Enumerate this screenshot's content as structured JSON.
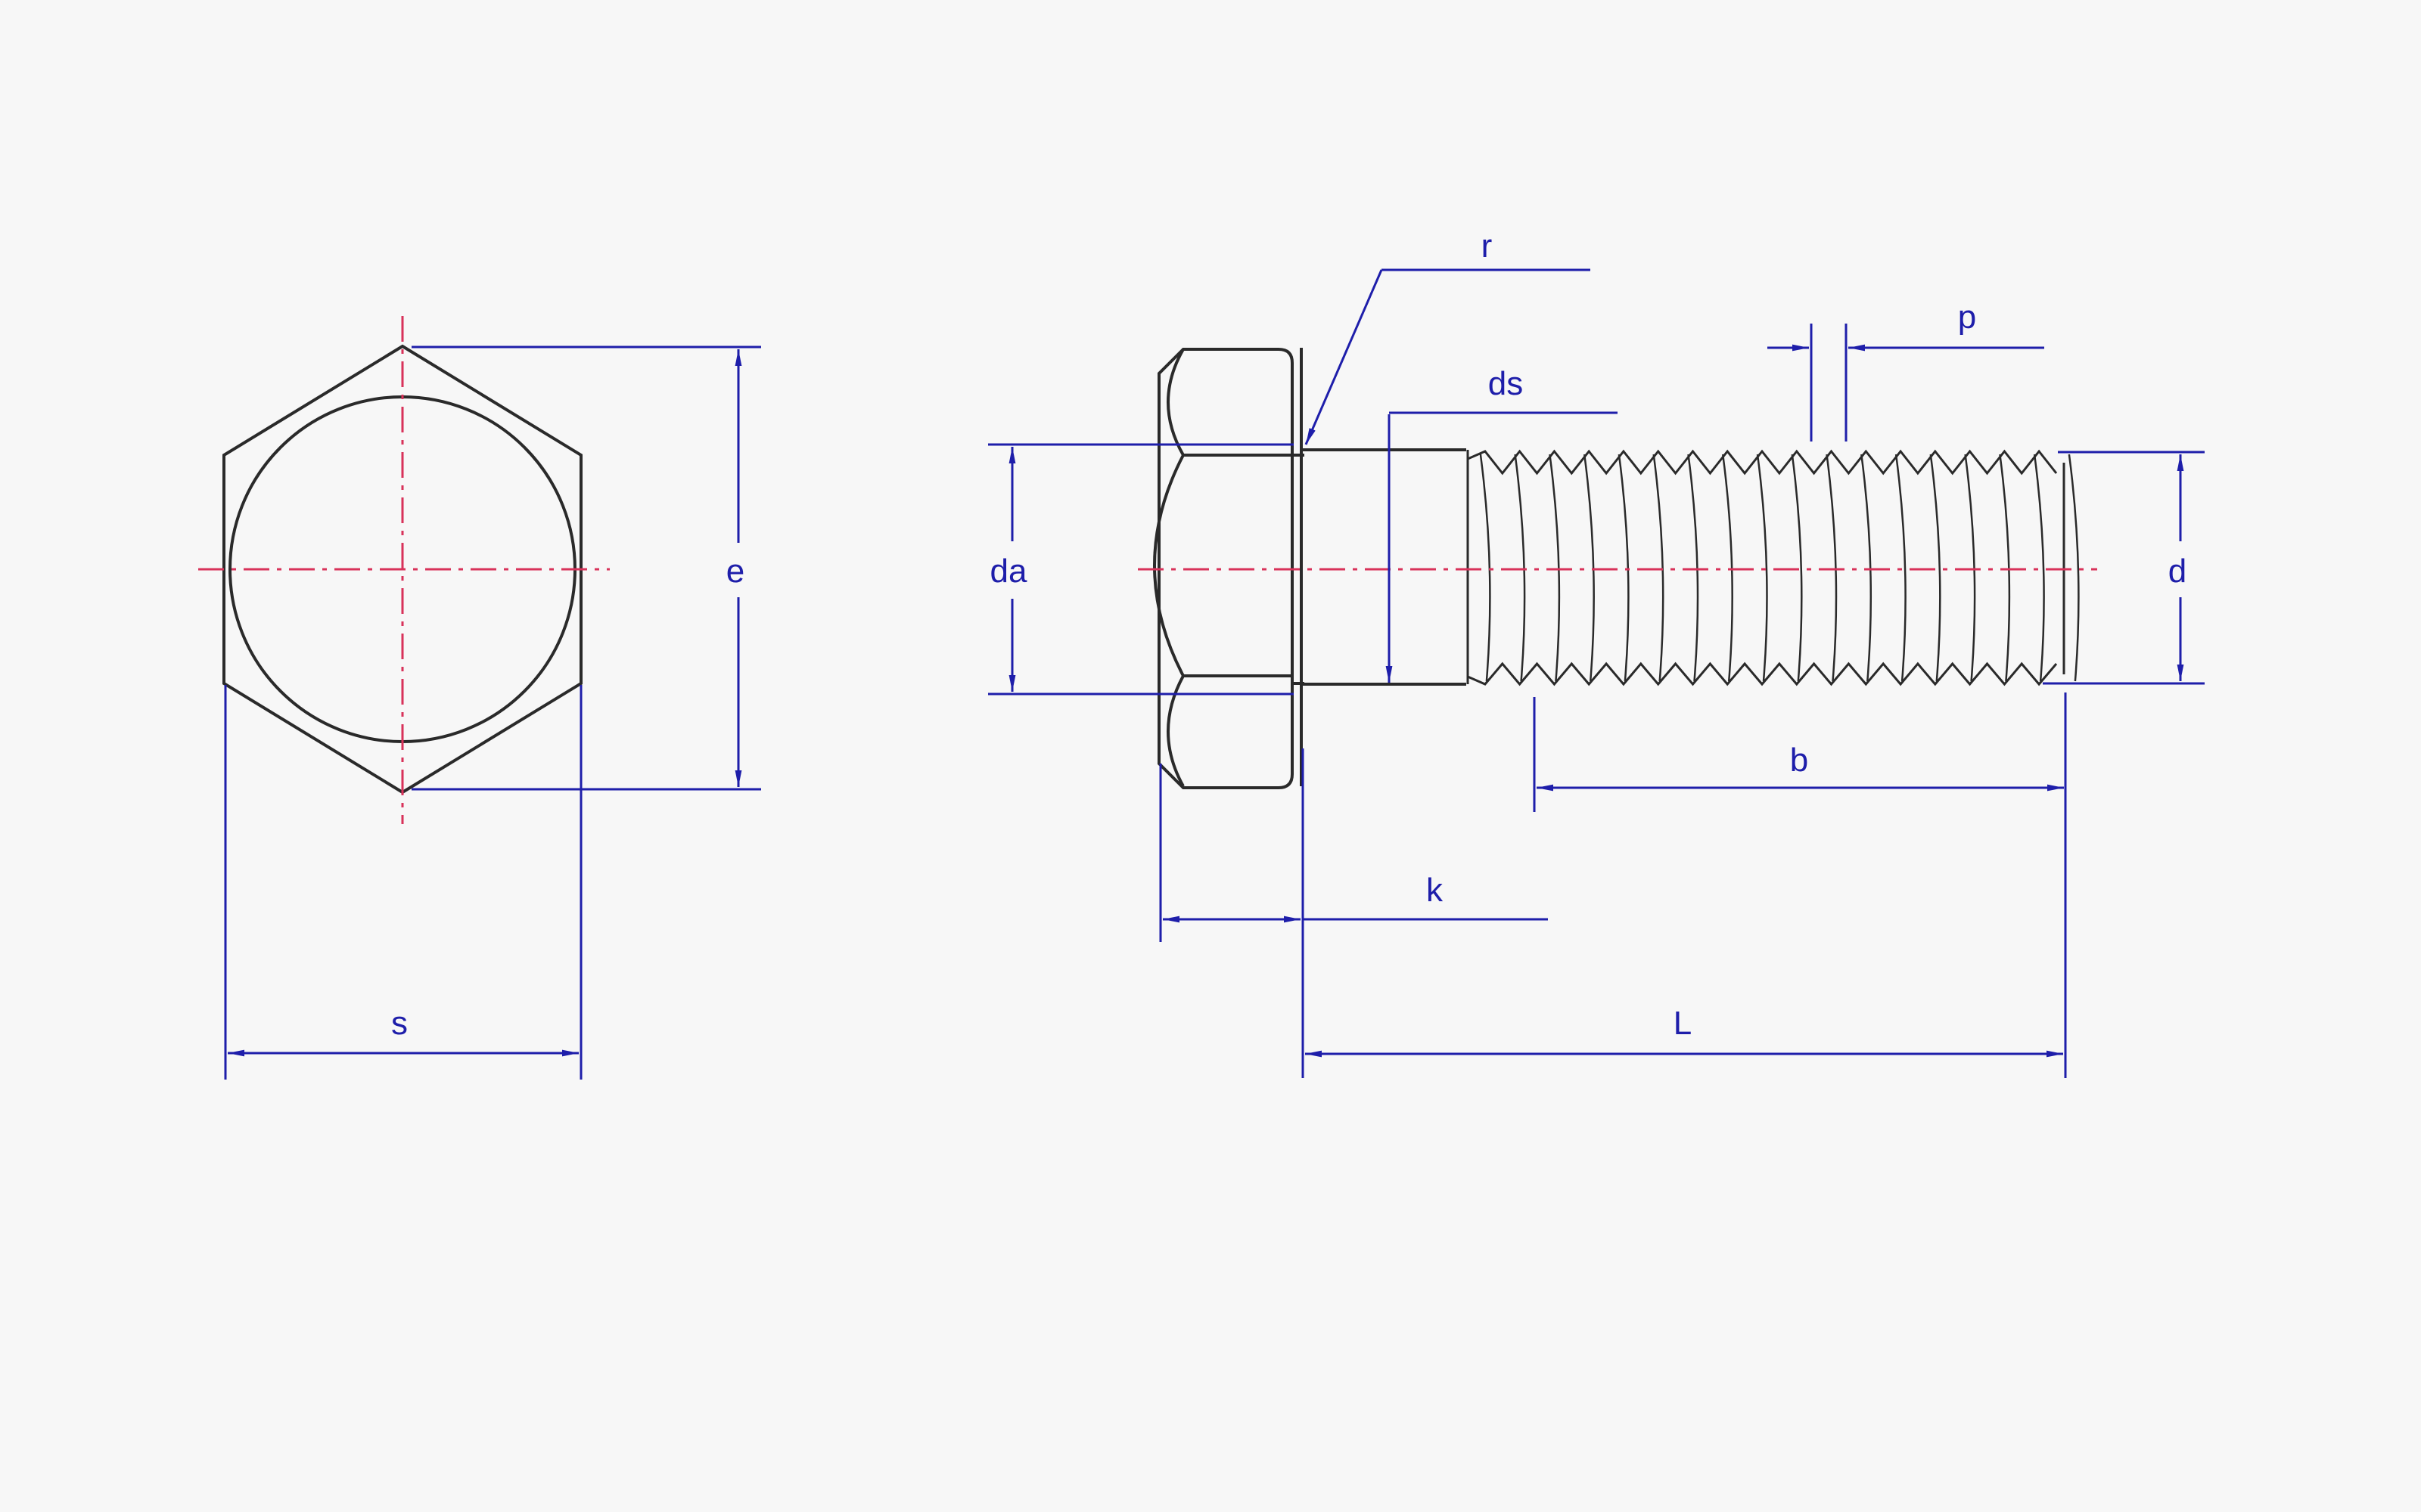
{
  "labels": {
    "s": "s",
    "e": "e",
    "r": "r",
    "ds": "ds",
    "p": "p",
    "da": "da",
    "d": "d",
    "b": "b",
    "k": "k",
    "L": "L"
  },
  "colors": {
    "background": "#f7f7f7",
    "outline": "#2a2a2a",
    "dimension": "#1e1eaa",
    "centerline": "#d8325a"
  }
}
